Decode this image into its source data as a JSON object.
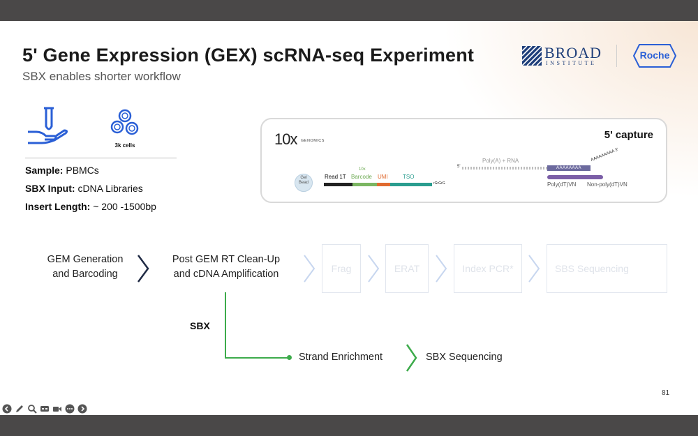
{
  "slide": {
    "title": "5' Gene Expression (GEX) scRNA-seq Experiment",
    "subtitle": "SBX enables shorter workflow",
    "page_number": "81"
  },
  "logos": {
    "broad_main": "BROAD",
    "broad_sub": "INSTITUTE",
    "roche": "Roche"
  },
  "sample_info": {
    "cells_label": "3k cells",
    "sample_key": "Sample:",
    "sample_value": "PBMCs",
    "input_key": "SBX Input:",
    "input_value": "cDNA Libraries",
    "insert_key": "Insert Length:",
    "insert_value": "~ 200 -1500bp"
  },
  "capture_card": {
    "logo_10x": "10x",
    "logo_genomics": "GENOMICS",
    "capture_title": "5' capture",
    "gel_bead_1": "Gel",
    "gel_bead_2": "Bead",
    "read1": "Read 1T",
    "tenx_top": "10x",
    "barcode": "Barcode",
    "umi": "UMI",
    "tso": "TSO",
    "rgrgrg": "rGrGrG",
    "polya_rna": "Poly(A) + RNA",
    "aaaa_bar": "AAAAAAAA",
    "aaaa_tail": "AAAAAAAAA 3'",
    "five_prime": "5'",
    "polydt": "Poly(dT)VN",
    "nonpolydt": "Non-poly(dT)VN"
  },
  "workflow": {
    "step1_line1": "GEM Generation",
    "step1_line2": "and Barcoding",
    "step2_line1": "Post GEM RT Clean-Up",
    "step2_line2": "and cDNA Amplification",
    "faded_steps": [
      "Frag",
      "ERAT",
      "Index PCR*",
      "SBS Sequencing"
    ],
    "sbx_label": "SBX",
    "strand_enrichment": "Strand Enrichment",
    "sbx_sequencing": "SBX Sequencing"
  },
  "toolbar": {
    "icons": [
      "back-icon",
      "pen-icon",
      "search-icon",
      "subtitles-icon",
      "camera-icon",
      "more-icon",
      "forward-icon"
    ]
  },
  "colors": {
    "green": "#3dab4b",
    "navy": "#1f3f7a",
    "blue_accent": "#2a5fd6",
    "teal": "#2a9d8f",
    "purple": "#7b5ea7",
    "faded": "#dfe3ea"
  }
}
